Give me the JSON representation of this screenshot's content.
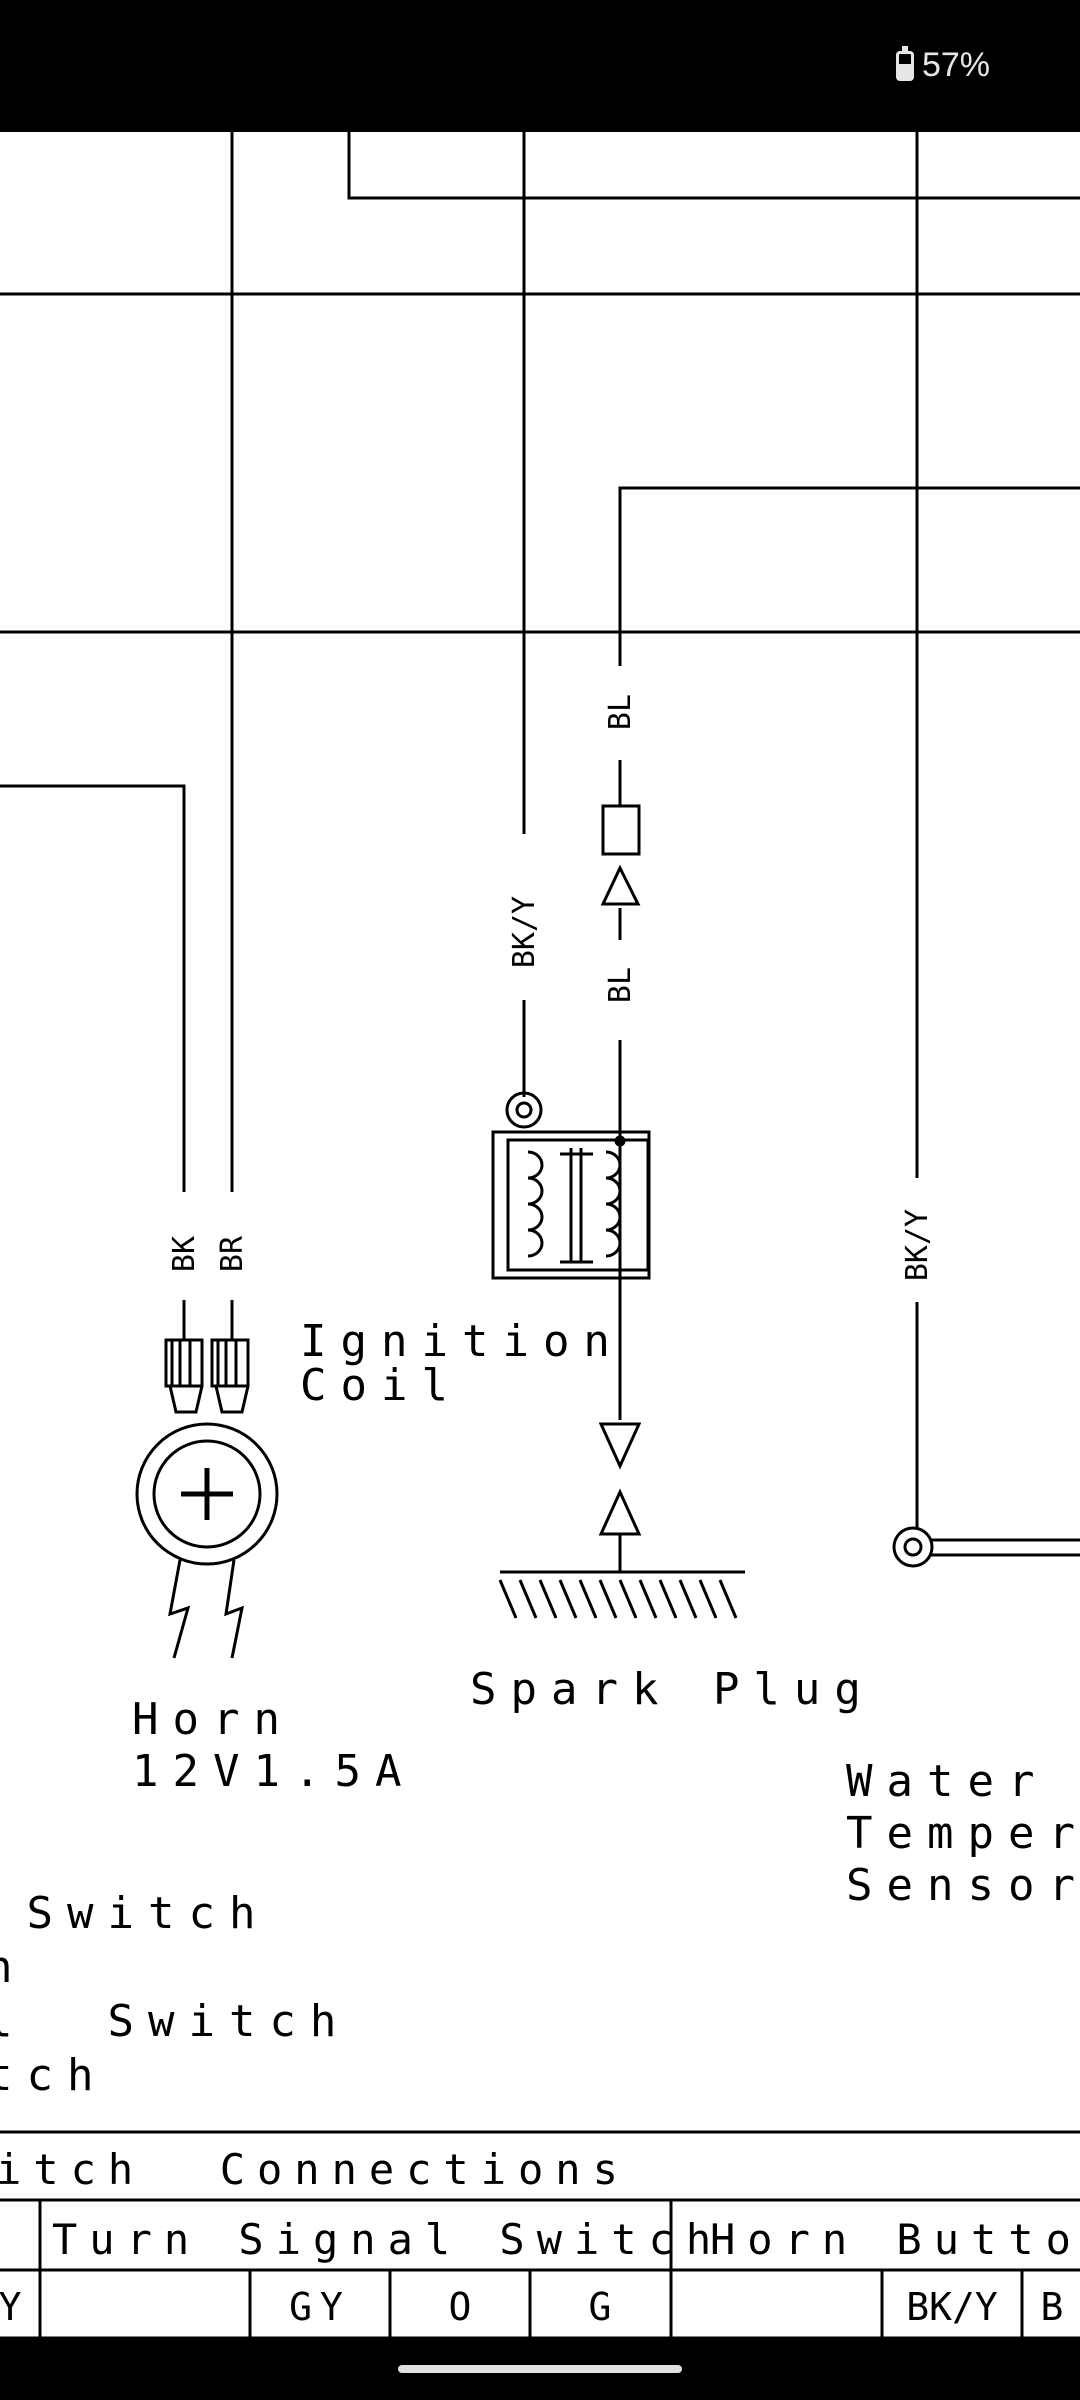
{
  "status_bar": {
    "battery": "57%",
    "battery_icon": "battery-icon"
  },
  "diagram": {
    "wire_labels": {
      "bk_y_1": "BK/Y",
      "bl_1": "BL",
      "bl_2": "BL",
      "bk": "BK",
      "br": "BR",
      "bk_y_2": "BK/Y"
    },
    "components": {
      "ignition_coil": [
        "Ignition",
        "Coil"
      ],
      "spark_plug": "Spark Plug",
      "horn": [
        "Horn",
        "12V1.5A"
      ],
      "water_temp_sensor": [
        "Water",
        "Temper",
        "Sensor"
      ]
    },
    "left_notes": [
      " Switch",
      "n",
      "l  Switch",
      "tch"
    ],
    "table": {
      "title": "itch  Connections",
      "headers": [
        "Turn Signal Switch",
        "Horn Butto"
      ],
      "row": [
        "Y",
        "",
        "GY",
        "O",
        "G",
        "",
        "BK/Y",
        "B"
      ]
    }
  },
  "nav_bar": {
    "handle": "home-gesture-handle"
  }
}
